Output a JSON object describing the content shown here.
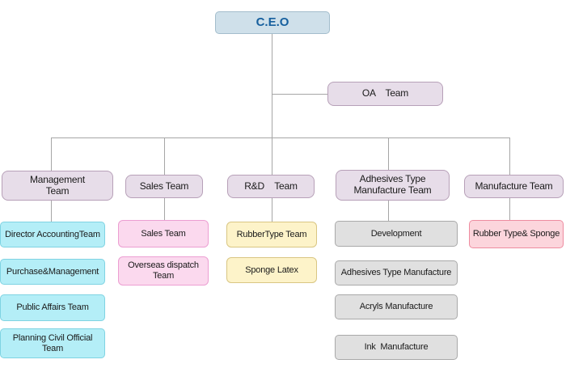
{
  "diagram": {
    "type": "org-chart",
    "line_color": "#a6a6a6",
    "root": {
      "label": "C.E.O",
      "fill": "#cfe0ea",
      "border": "#a3bdcc",
      "text_color": "#17609e"
    },
    "staff": {
      "label": "OA    Team",
      "fill": "#e7dde9",
      "border": "#b7a0b8"
    },
    "branch_header_style": {
      "fill": "#e7dde9",
      "border": "#b7a0b8"
    },
    "branches": [
      {
        "label": "Management\nTeam",
        "children_fill": "#b4eef7",
        "children_border": "#7fd3e2",
        "children": [
          {
            "label": "Director AccountingTeam"
          },
          {
            "label": "Purchase&Management"
          },
          {
            "label": "Public Affairs Team"
          },
          {
            "label": "Planning Civil Official\nTeam"
          }
        ]
      },
      {
        "label": "Sales Team",
        "children_fill": "#fbd9ee",
        "children_border": "#ec9ed2",
        "children": [
          {
            "label": "Sales Team"
          },
          {
            "label": "Overseas dispatch\nTeam"
          }
        ]
      },
      {
        "label": "R&D    Team",
        "children_fill": "#fdf3c9",
        "children_border": "#d9c683",
        "children": [
          {
            "label": "RubberType Team"
          },
          {
            "label": "Sponge Latex"
          }
        ]
      },
      {
        "label": "Adhesives Type\nManufacture Team",
        "children_fill": "#e0e0e0",
        "children_border": "#a9a9a9",
        "children": [
          {
            "label": "Development"
          },
          {
            "label": "Adhesives Type Manufacture"
          },
          {
            "label": "Acryls Manufacture"
          },
          {
            "label": "Ink  Manufacture"
          }
        ]
      },
      {
        "label": "Manufacture Team",
        "children_fill": "#fcd5dc",
        "children_border": "#ee8ca0",
        "children": [
          {
            "label": "Rubber Type& Sponge"
          }
        ]
      }
    ]
  }
}
